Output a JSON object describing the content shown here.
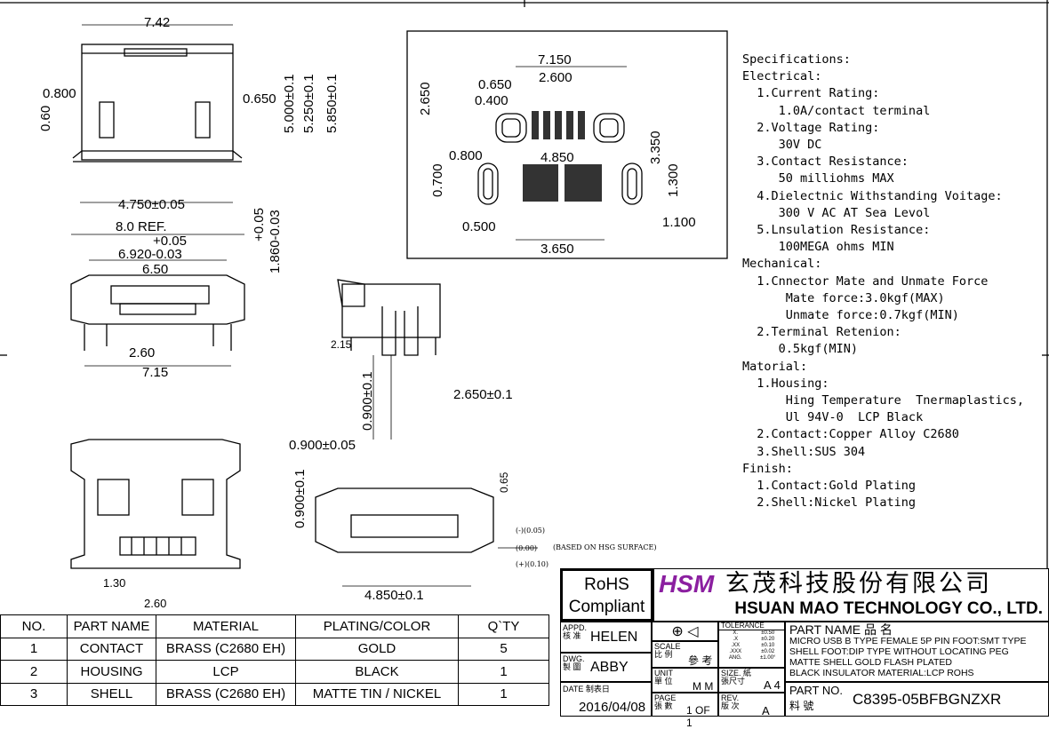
{
  "dimensions": {
    "top_view": {
      "w742": "7.42",
      "d0800": "0.800",
      "d060": "0.60",
      "d0650": "0.650",
      "d5000": "5.000±0.1",
      "d5250": "5.250±0.1",
      "d5850": "5.850±0.1",
      "d4750": "4.750±0.05"
    },
    "front_view": {
      "ref": "8.0 REF.",
      "tol_plus": "+0.05",
      "d6920": "6.920-0.03",
      "d650": "6.50",
      "h_plus": "+0.05",
      "h1860": "1.860-0.03",
      "d260": "2.60",
      "d715": "7.15"
    },
    "side_view": {
      "d215": "2.15",
      "d0900a": "0.900±0.1",
      "d2650": "2.650±0.1",
      "d0900b": "0.900±0.05"
    },
    "bottom_view": {
      "d130": "1.30",
      "d260": "2.60"
    },
    "rear_view": {
      "d0900": "0.900±0.1",
      "d065": "0.65",
      "minus": "(-)(0.05)",
      "zero": "(0.00)",
      "based": "(BASED ON HSG SURFACE)",
      "plus": "(+)(0.10)",
      "d4850": "4.850±0.1"
    },
    "footprint": {
      "d7150": "7.150",
      "d0650": "0.650",
      "d2600": "2.600",
      "d0400": "0.400",
      "d2650": "2.650",
      "d0800": "0.800",
      "d0700": "0.700",
      "d4850": "4.850",
      "d3350": "3.350",
      "d1300": "1.300",
      "d0500": "0.500",
      "d1100": "1.100",
      "d3650": "3.650"
    }
  },
  "specifications": [
    "Specifications:",
    "Electrical:",
    "  1.Current Rating:",
    "     1.0A/contact terminal",
    "  2.Voltage Rating:",
    "     30V DC",
    "  3.Contact Resistance:",
    "     50 milliohms MAX",
    "  4.Dielectnic Withstanding Voitage:",
    "     300 V AC AT Sea Levol",
    "  5.Lnsulation Resistance:",
    "     100MEGA ohms MIN",
    "Mechanical:",
    "  1.Cnnector Mate and Unmate Force",
    "      Mate force:3.0kgf(MAX)",
    "      Unmate force:0.7kgf(MIN)",
    "  2.Terminal Retenion:",
    "     0.5kgf(MIN)",
    "Matorial:",
    "  1.Housing:",
    "      Hing Temperature  Tnermaplastics,",
    "      Ul 94V-0  LCP Black",
    "  2.Contact:Copper Alloy C2680",
    "  3.Shell:SUS 304",
    "Finish:",
    "  1.Contact:Gold Plating",
    "  2.Shell:Nickel Plating"
  ],
  "bom": {
    "headers": [
      "NO.",
      "PART NAME",
      "MATERIAL",
      "PLATING/COLOR",
      "Q`TY"
    ],
    "rows": [
      [
        "1",
        "CONTACT",
        "BRASS (C2680 EH)",
        "GOLD",
        "5"
      ],
      [
        "2",
        "HOUSING",
        "LCP",
        "BLACK",
        "1"
      ],
      [
        "3",
        "SHELL",
        "BRASS (C2680 EH)",
        "MATTE TIN / NICKEL",
        "1"
      ]
    ]
  },
  "title_block": {
    "rohs_1": "RoHS",
    "rohs_2": "Compliant",
    "logo": "HSM",
    "company_cn": "玄茂科技股份有限公司",
    "company_en": "HSUAN MAO TECHNOLOGY CO., LTD.",
    "appd_label": "APPD. 核 准",
    "appd": "HELEN",
    "dwg_label": "DWG. 製 圖",
    "dwg": "ABBY",
    "date_label": "DATE 制表日",
    "date": "2016/04/08",
    "scale_label": "SCALE 比 例",
    "scale": "參 考",
    "unit_label": "UNIT 單 位",
    "unit": "M M",
    "page_label": "PAGE 張 數",
    "page": "1 OF 1",
    "tolerance_label": "TOLERANCE",
    "tolerances": [
      [
        "X.",
        "±0.50"
      ],
      [
        ".X",
        "±0.20"
      ],
      [
        ".XX",
        "±0.10"
      ],
      [
        ".XXX",
        "±0.02"
      ],
      [
        "ANG.",
        "±1.00°"
      ]
    ],
    "size_label": "SIZE. 紙張尺寸",
    "size": "A 4",
    "rev_label": "REV. 版 次",
    "rev": "A",
    "part_name_label": "PART NAME  品  名",
    "part_name_lines": [
      "MICRO USB B TYPE FEMALE 5P PIN FOOT:SMT TYPE",
      "SHELL FOOT:DIP TYPE WITHOUT LOCATING PEG",
      "MATTE SHELL GOLD FLASH PLATED",
      "BLACK INSULATOR MATERIAL:LCP ROHS"
    ],
    "part_no_label": "PART NO.",
    "part_no_cn": "料  號",
    "part_no": "C8395-05BFBGNZXR"
  },
  "colors": {
    "logo": "#8b1fa0"
  }
}
